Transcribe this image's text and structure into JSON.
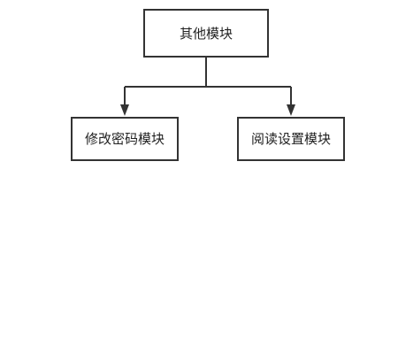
{
  "diagram": {
    "root": {
      "label": "其他模块"
    },
    "children": [
      {
        "label": "修改密码模块"
      },
      {
        "label": "阅读设置模块"
      }
    ]
  }
}
